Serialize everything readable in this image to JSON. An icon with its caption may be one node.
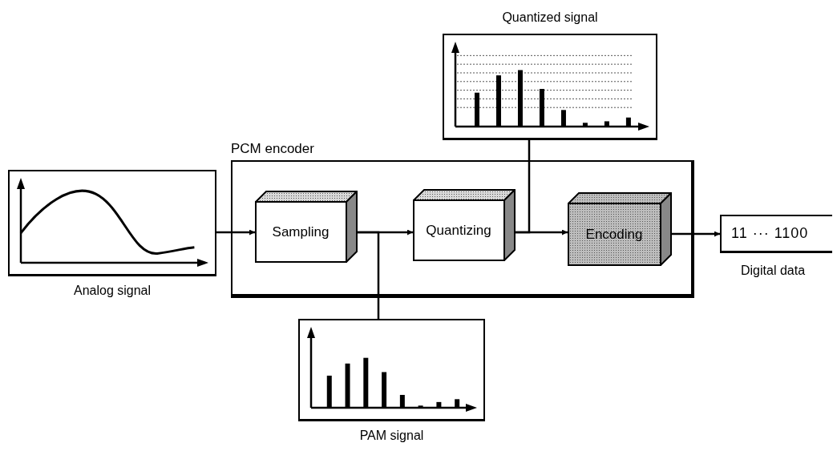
{
  "diagram": {
    "nodes": [
      {
        "text": [
          "Analog signal"
        ]
      },
      {
        "text": [
          "PCM encoder"
        ]
      },
      {
        "text": [
          "Sampling"
        ],
        "in": 1
      },
      {
        "text": [
          "Quantizing"
        ],
        "in": 1
      },
      {
        "text": [
          "Encoding"
        ],
        "in": 1
      },
      {
        "text": [
          "11 ··· 1100",
          "Digital data"
        ]
      },
      {
        "text": [
          "Quantized signal"
        ]
      },
      {
        "text": [
          "PAM signal"
        ]
      }
    ],
    "edges": [
      {
        "from": 0,
        "to": 2,
        "arrow": "to"
      },
      {
        "from": 2,
        "to": 3,
        "arrow": "to"
      },
      {
        "from": 3,
        "to": 4,
        "arrow": "to"
      },
      {
        "from": 4,
        "to": 5,
        "arrow": "to"
      },
      {
        "from": 2,
        "to": 7,
        "arrow": "none"
      },
      {
        "from": 3,
        "to": 6,
        "arrow": "none"
      }
    ]
  }
}
